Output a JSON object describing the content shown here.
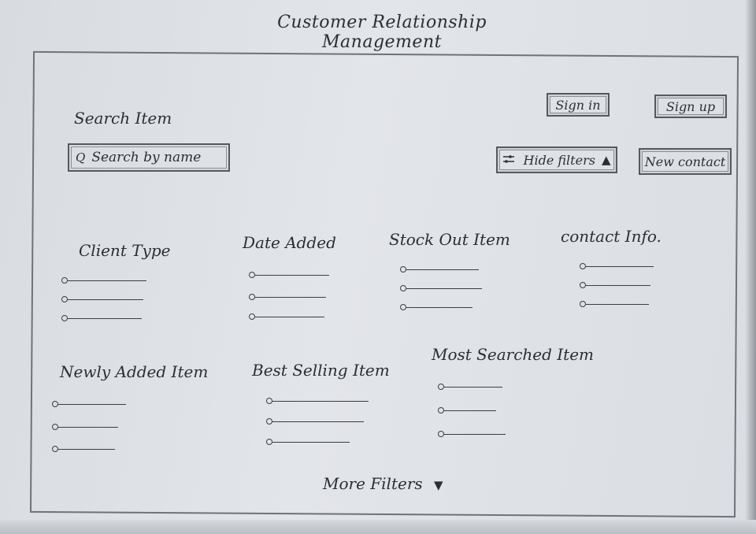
{
  "title": "Customer Relationship Management",
  "search": {
    "label": "Search Item",
    "placeholder": "Search by name",
    "icon": "Q"
  },
  "header_buttons": {
    "sign_in": "Sign in",
    "sign_up": "Sign up"
  },
  "toolbar": {
    "hide_filters": "Hide filters",
    "hide_filters_caret": "▲",
    "new_contact": "New contact"
  },
  "filter_groups": [
    {
      "heading": "Client Type",
      "options": 3
    },
    {
      "heading": "Date Added",
      "options": 3
    },
    {
      "heading": "Stock Out Item",
      "options": 3
    },
    {
      "heading": "contact Info.",
      "options": 3
    },
    {
      "heading": "Newly Added Item",
      "options": 3
    },
    {
      "heading": "Best Selling Item",
      "options": 3
    },
    {
      "heading": "Most Searched Item",
      "options": 3
    }
  ],
  "more_filters": {
    "label": "More Filters",
    "caret": "▼"
  }
}
